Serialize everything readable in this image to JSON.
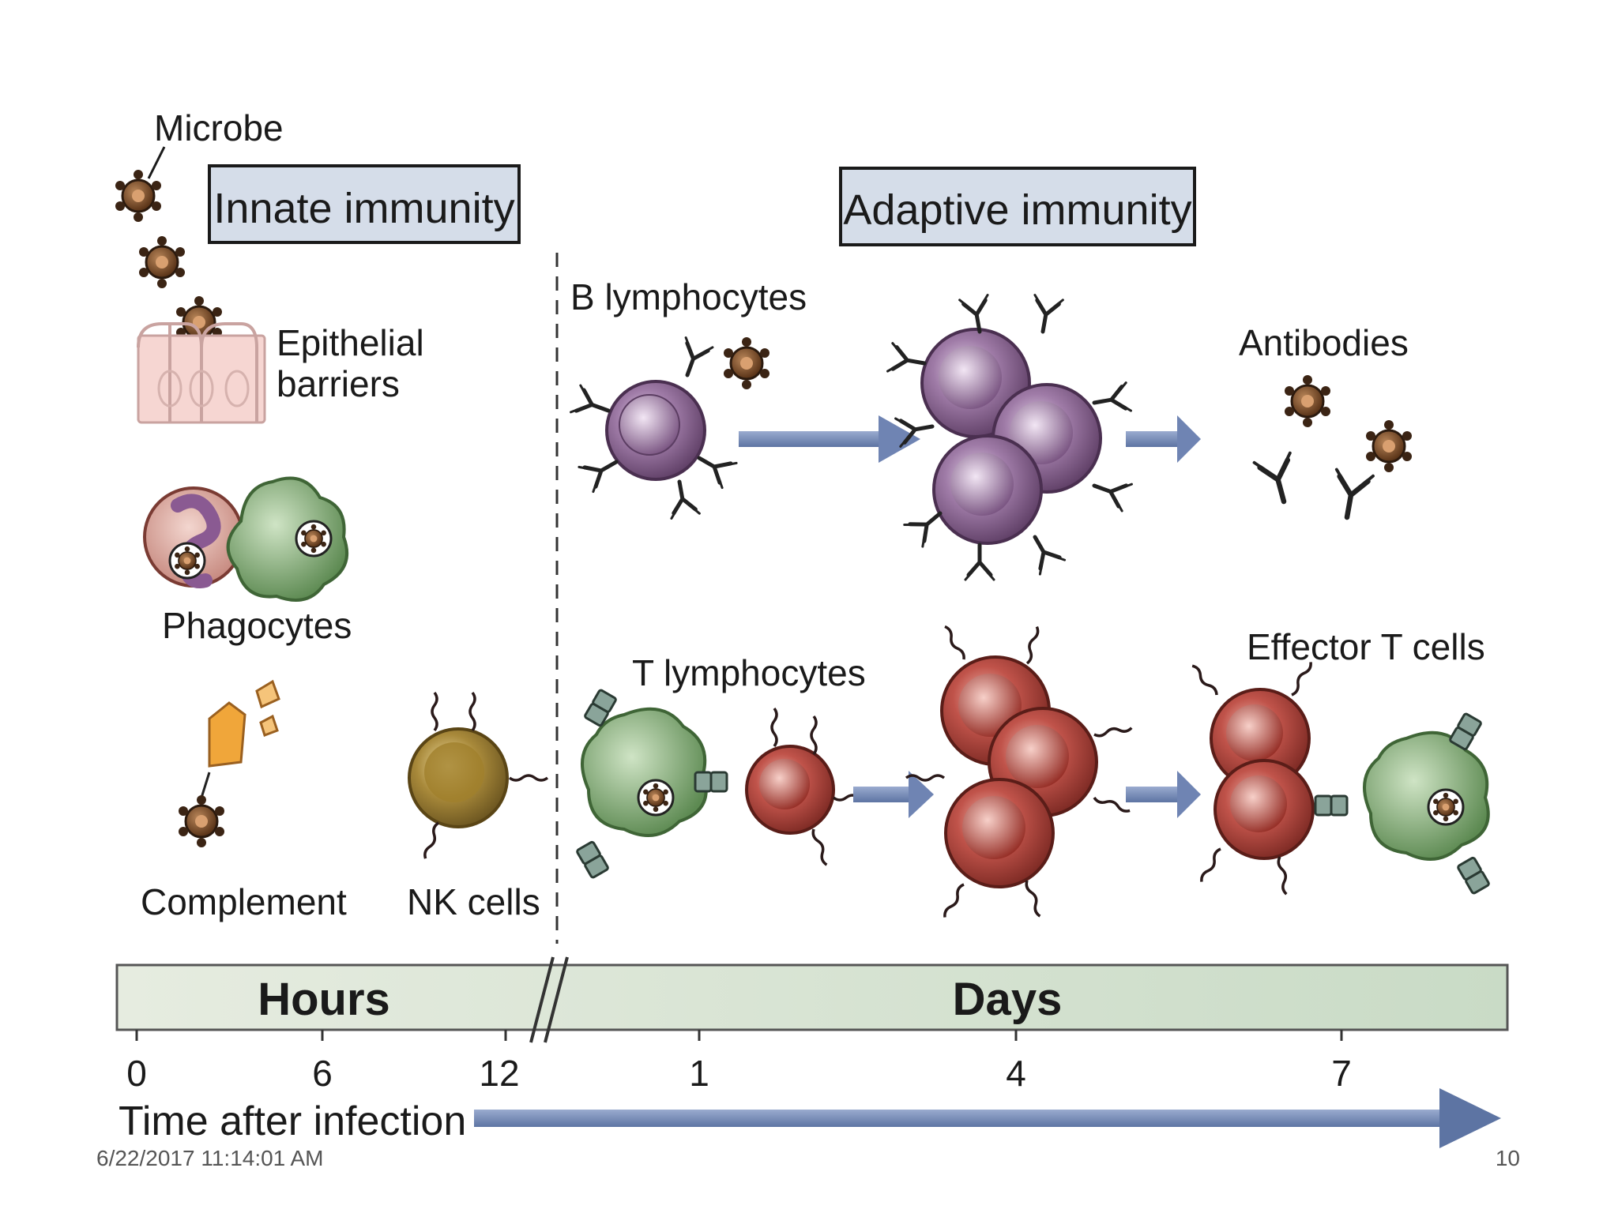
{
  "innate": {
    "title": "Innate immunity",
    "microbe_label": "Microbe",
    "epithelial_label_line1": "Epithelial",
    "epithelial_label_line2": "barriers",
    "phagocytes_label": "Phagocytes",
    "complement_label": "Complement",
    "nk_label": "NK cells"
  },
  "adaptive": {
    "title": "Adaptive immunity",
    "b_label": "B lymphocytes",
    "antibodies_label": "Antibodies",
    "t_label": "T lymphocytes",
    "effector_label": "Effector T cells"
  },
  "timeline": {
    "hours_label": "Hours",
    "days_label": "Days",
    "ticks": [
      "0",
      "6",
      "12",
      "1",
      "4",
      "7"
    ],
    "axis_label": "Time after infection"
  },
  "slide": {
    "timestamp": "6/22/2017 11:14:01 AM",
    "page_number": "10"
  },
  "colors": {
    "title_box": "#d5dde9",
    "b_cell": "#8e6a94",
    "t_cell": "#b8463c",
    "phagocyte_green": "#7ea870",
    "nk_cell": "#a8893a",
    "microbe": "#7a4a2a",
    "arrow": "#7b8fb6",
    "timebar": "#d9e4d0"
  }
}
